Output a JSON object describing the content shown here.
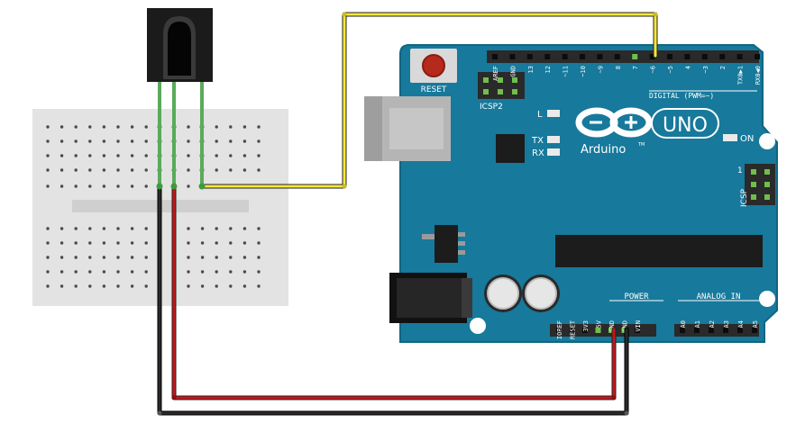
{
  "board": {
    "reset": "RESET",
    "icsp2": "ICSP2",
    "icsp": "ICSP",
    "icsp_pin": "1",
    "brand": "Arduino",
    "tm": "TM",
    "model": "UNO",
    "led_l": "L",
    "led_tx": "TX",
    "led_rx": "RX",
    "led_on": "ON",
    "digital": "DIGITAL (PWM=~)",
    "power": "POWER",
    "analog": "ANALOG IN",
    "digital_pins": [
      "AREF",
      "GND",
      "13",
      "12",
      "~11",
      "~10",
      "~9",
      "8",
      "7",
      "~6",
      "~5",
      "4",
      "~3",
      "2",
      "TX0▶1",
      "RX0◀0"
    ],
    "power_pins": [
      "IOREF",
      "RESET",
      "3V3",
      "5V",
      "GND",
      "GND",
      "VIN"
    ],
    "analog_pins": [
      "A0",
      "A1",
      "A2",
      "A3",
      "A4",
      "A5"
    ]
  },
  "colors": {
    "board": "#17799B",
    "board_edge": "#106582",
    "wire_signal": "#F5E83A",
    "wire_power": "#C8151A",
    "wire_ground": "#222222",
    "sensor_leg": "#5BAA5B",
    "breadboard": "#E3E3E3"
  }
}
